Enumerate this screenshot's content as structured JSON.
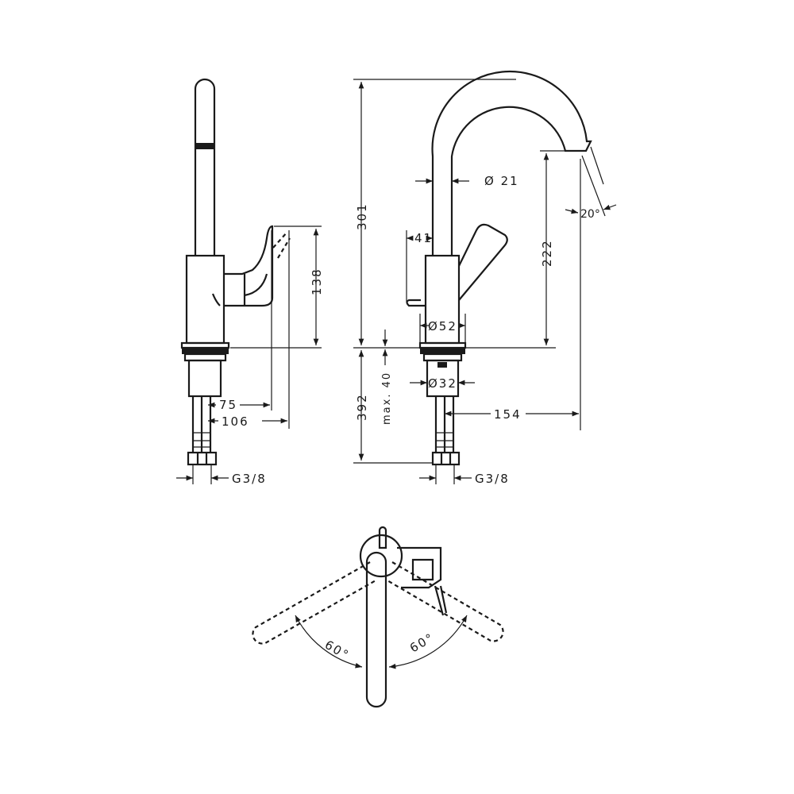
{
  "dimensions": {
    "total_height": "301",
    "spout_height": "222",
    "handle_height": "138",
    "below_deck": "392",
    "max_deck": "max. 40",
    "spout_diameter": "Ø 21",
    "handle_offset": "41",
    "body_diameter": "Ø52",
    "shank_diameter": "Ø32",
    "handle_reach": "75",
    "handle_reach_open": "106",
    "spout_reach": "154",
    "spout_angle": "20°",
    "thread_left": "G3/8",
    "thread_right": "G3/8",
    "swivel_left": "60°",
    "swivel_right": "60°"
  }
}
